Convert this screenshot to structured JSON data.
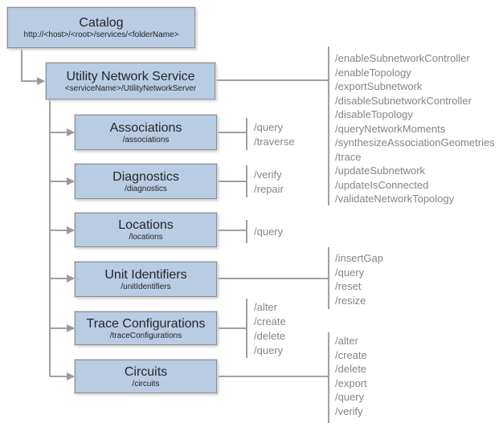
{
  "nodes": {
    "catalog": {
      "title": "Catalog",
      "subtitle": "http://<host>/<root>/services/<folderName>"
    },
    "utility_network_service": {
      "title": "Utility Network Service",
      "subtitle": "<serviceName>/UtilityNetworkServer"
    },
    "associations": {
      "title": "Associations",
      "subtitle": "/associations"
    },
    "diagnostics": {
      "title": "Diagnostics",
      "subtitle": "/diagnostics"
    },
    "locations": {
      "title": "Locations",
      "subtitle": "/locations"
    },
    "unit_identifiers": {
      "title": "Unit Identifiers",
      "subtitle": "/unitIdentifiers"
    },
    "trace_configurations": {
      "title": "Trace Configurations",
      "subtitle": "/traceConfigurations"
    },
    "circuits": {
      "title": "Circuits",
      "subtitle": "/circuits"
    }
  },
  "operations": {
    "utility_network_service": [
      "/enableSubnetworkController",
      "/enableTopology",
      "/exportSubnetwork",
      "/disableSubnetworkController",
      "/disableTopology",
      "/queryNetworkMoments",
      "/synthesizeAssociationGeometries",
      "/trace",
      "/updateSubnetwork",
      "/updateIsConnected",
      "/validateNetworkTopology"
    ],
    "associations": [
      "/query",
      "/traverse"
    ],
    "diagnostics": [
      "/verify",
      "/repair"
    ],
    "locations": [
      "/query"
    ],
    "unit_identifiers": [
      "/insertGap",
      "/query",
      "/reset",
      "/resize"
    ],
    "trace_configurations": [
      "/alter",
      "/create",
      "/delete",
      "/query"
    ],
    "circuits": [
      "/alter",
      "/create",
      "/delete",
      "/export",
      "/query",
      "/verify"
    ]
  },
  "colors": {
    "node_fill": "#b8cce4",
    "node_border": "#8f8f8f",
    "connector": "#a0a0a0",
    "operation_text": "#858585",
    "title_text": "#262626"
  }
}
